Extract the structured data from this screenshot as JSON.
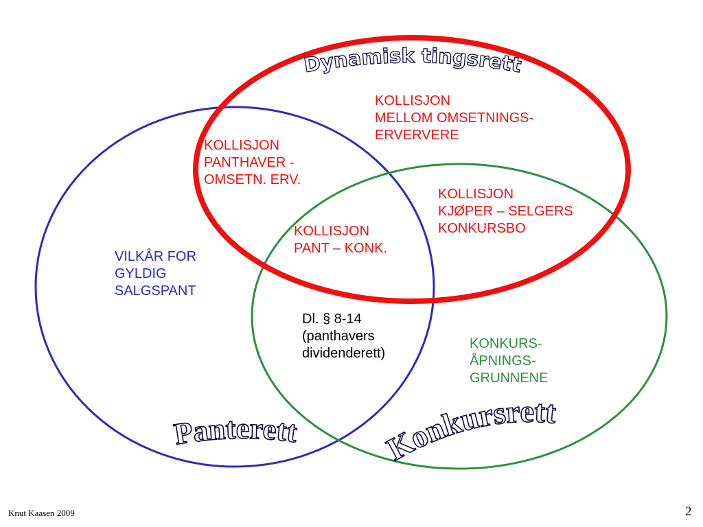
{
  "colors": {
    "blue": "#2b2bbd",
    "green": "#2f8f3f",
    "red": "#ee1111",
    "dark": "#0a0a3c",
    "black": "#000000"
  },
  "arc_titles": {
    "dynamisk": "Dynamisk tingsrett",
    "panterett": "Panterett",
    "konkursrett": "Konkursrett"
  },
  "labels": {
    "kollisjon_omsetning": "KOLLISJON\nMELLOM OMSETNINGS-\nERVERVERE",
    "kollisjon_panthaver": "KOLLISJON\nPANTHAVER -\nOMSETN. ERV.",
    "kollisjon_kjoper": "KOLLISJON\nKJØPER – SELGERS\nKONKURSBO",
    "kollisjon_pant_konk": "KOLLISJON\nPANT – KONK.",
    "vilkar": "VILKÅR FOR\nGYLDIG\nSALGSPANT",
    "dl": "Dl. § 8-14\n(panthavers\ndividenderett)",
    "konkurs_grunnene": "KONKURS-\nÅPNINGS-\nGRUNNENE"
  },
  "footer": {
    "author": "Knut Kaasen 2009",
    "page": "2"
  }
}
